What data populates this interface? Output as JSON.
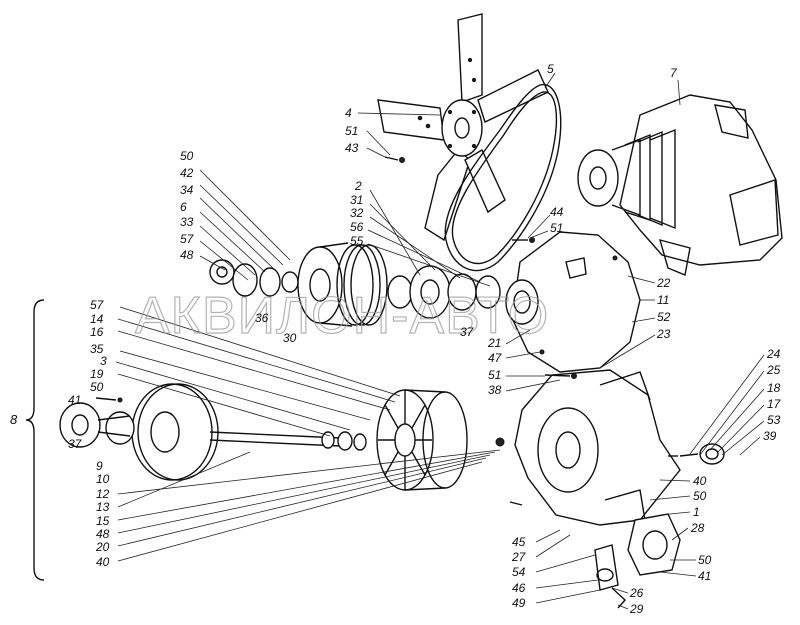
{
  "watermark": "АКВИЛОН-АВТО",
  "group_label": "8",
  "labels": {
    "l1": "1",
    "l2": "2",
    "l3": "3",
    "l4": "4",
    "l5": "5",
    "l6": "6",
    "l7": "7",
    "l9": "9",
    "l10": "10",
    "l11": "11",
    "l12": "12",
    "l13": "13",
    "l14": "14",
    "l15": "15",
    "l16": "16",
    "l17": "17",
    "l18": "18",
    "l19": "19",
    "l20": "20",
    "l21": "21",
    "l22": "22",
    "l23": "23",
    "l24": "24",
    "l25": "25",
    "l26": "26",
    "l27": "27",
    "l28": "28",
    "l29": "29",
    "l30": "30",
    "l31": "31",
    "l32": "32",
    "l33": "33",
    "l34": "34",
    "l35": "35",
    "l36": "36",
    "l37a": "37",
    "l37b": "37",
    "l38": "38",
    "l39": "39",
    "l40a": "40",
    "l40b": "40",
    "l41a": "41",
    "l41b": "41",
    "l42": "42",
    "l43": "43",
    "l44": "44",
    "l45": "45",
    "l46": "46",
    "l47": "47",
    "l48a": "48",
    "l48b": "48",
    "l49": "49",
    "l50a": "50",
    "l50b": "50",
    "l50c": "50",
    "l50d": "50",
    "l51a": "51",
    "l51b": "51",
    "l51c": "51",
    "l52": "52",
    "l53": "53",
    "l54": "54",
    "l55": "55",
    "l56": "56",
    "l57a": "57",
    "l57b": "57"
  },
  "colors": {
    "ink": "#111111",
    "paper": "#ffffff",
    "watermark": "#9a9a9a"
  }
}
